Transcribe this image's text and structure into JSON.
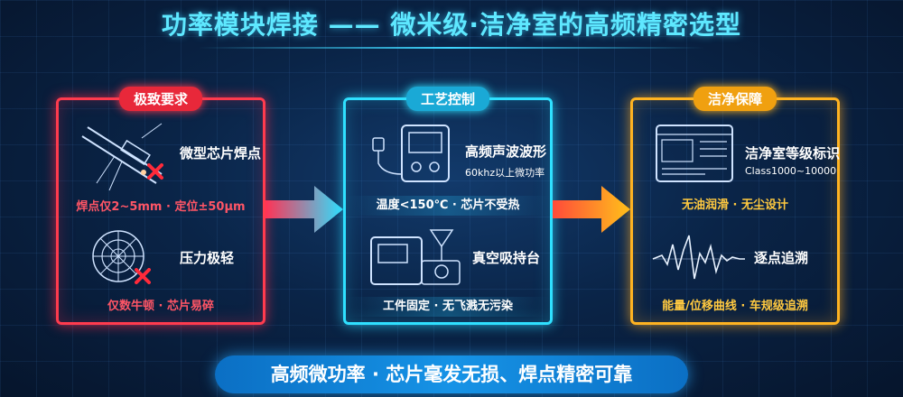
{
  "title": "功率模块焊接 —— 微米级·洁净室的高频精密选型",
  "panels": {
    "red": {
      "tag": "极致要求",
      "item1": "微型芯片焊点",
      "band1": "焊点仅2~5mm · 定位±50μm",
      "item2": "压力极轻",
      "band2": "仅数牛顿 · 芯片易碎"
    },
    "cyan": {
      "tag": "工艺控制",
      "item1": "高频声波波形",
      "item1_sub": "60khz以上微功率",
      "band1": "温度<150℃ · 芯片不受热",
      "item2": "真空吸持台",
      "band2": "工件固定 · 无飞溅无污染"
    },
    "amber": {
      "tag": "洁净保障",
      "item1": "洁净室等级标识",
      "item1_sub": "Class1000~10000",
      "band1": "无油润滑 · 无尘设计",
      "item2": "逐点追溯",
      "band2": "能量/位移曲线 · 车规级追溯"
    }
  },
  "bottom_banner": "高频微功率 · 芯片毫发无损、焊点精密可靠",
  "colors": {
    "red": "#ff3b4e",
    "cyan": "#2fe0ff",
    "amber": "#ffb321",
    "title": "#5ee8ff"
  }
}
